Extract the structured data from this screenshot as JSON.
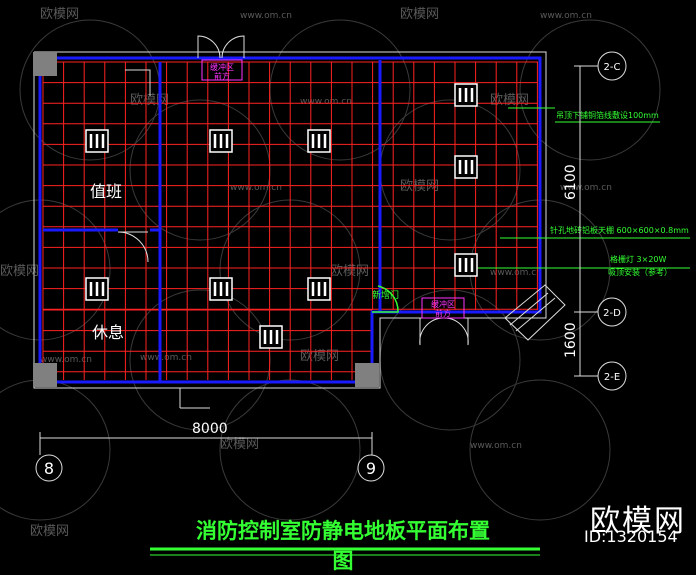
{
  "title": "消防控制室防静电地板平面布置图",
  "brand": {
    "name": "欧模网",
    "id": "ID:1320154"
  },
  "watermark": {
    "logo": "欧模网",
    "url": "www.om.cn"
  },
  "rooms": [
    {
      "name": "值班"
    },
    {
      "name": "休息"
    }
  ],
  "axes": {
    "bottom": [
      "8",
      "9"
    ],
    "right": [
      "2-C",
      "2-D",
      "2-E"
    ]
  },
  "dimensions": {
    "width": "8000",
    "height_upper": "6100",
    "height_lower": "1600"
  },
  "annotations": [
    {
      "text": "吊顶下铺铜箔线敷设100mm"
    },
    {
      "text": "针孔地砖铝板天棚 600×600×0.8mm"
    },
    {
      "text": "格栅灯 3×20W"
    },
    {
      "text": "吸顶安装（参考）"
    },
    {
      "text": "新增门"
    }
  ],
  "door_labels": [
    {
      "line1": "缓冲区",
      "line2": "前方"
    },
    {
      "line1": "缓冲区",
      "line2": "前方"
    }
  ],
  "colors": {
    "grid": "#ff2222",
    "wall": "#1a1aff",
    "white": "#ffffff",
    "green": "#33ff33",
    "magenta": "#ff33ff",
    "column": "#808080"
  }
}
